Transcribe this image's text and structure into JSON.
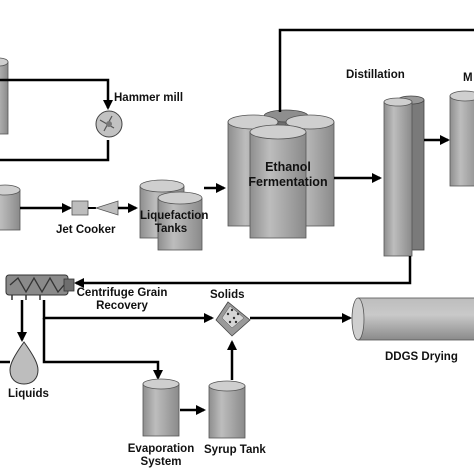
{
  "labels": {
    "hammer_mill": "Hammer mill",
    "distillation": "Distillation",
    "m_partial": "M",
    "jet_cooker": "Jet Cooker",
    "liquefaction_line1": "Liquefaction",
    "liquefaction_line2": "Tanks",
    "ethanol_line1": "Ethanol",
    "ethanol_line2": "Fermentation",
    "centrifuge_line1": "Centrifuge Grain",
    "centrifuge_line2": "Recovery",
    "solids": "Solids",
    "ddgs_drying": "DDGS Drying",
    "liquids": "Liquids",
    "evaporation_line1": "Evaporation",
    "evaporation_line2": "System",
    "syrup_tank": "Syrup Tank"
  },
  "colors": {
    "vessel_body": "#a6a6a6",
    "vessel_top": "#c8c8c8",
    "vessel_dark": "#6e6e6e",
    "line": "#000000"
  }
}
